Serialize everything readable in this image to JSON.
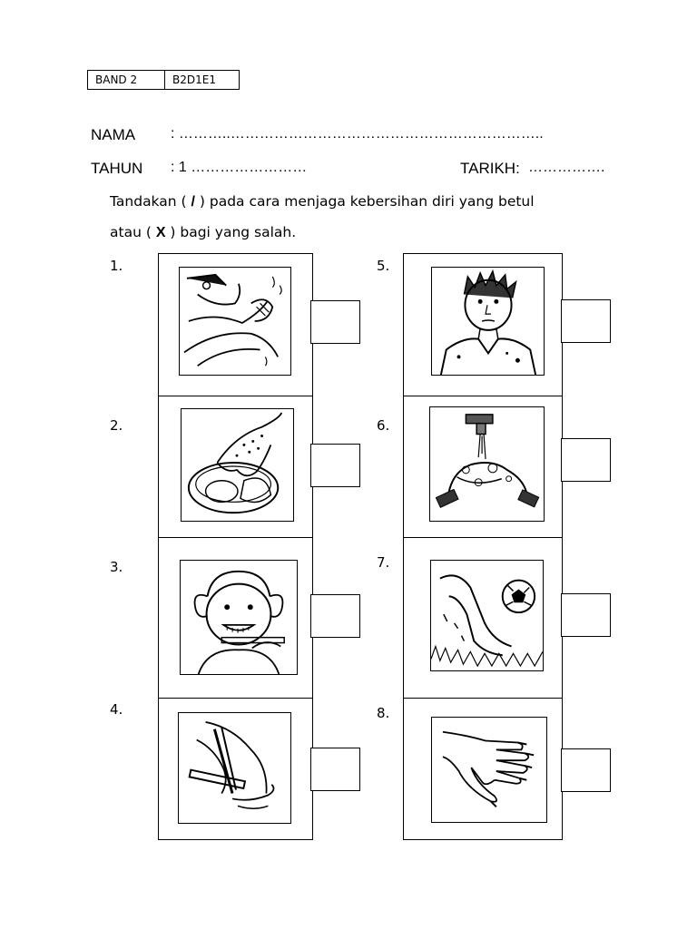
{
  "band": {
    "level": "BAND 2",
    "code": "B2D1E1"
  },
  "form": {
    "nama_label": "NAMA",
    "nama_value": ": ………..………………………………………………………..",
    "tahun_label": "TAHUN",
    "tahun_value": ": 1 ……………………",
    "tarikh_label": "TARIKH:",
    "tarikh_value": "……………."
  },
  "instruction": {
    "line1_a": "Tandakan ( ",
    "tick_mark": "/",
    "line1_b": " ) pada cara menjaga kebersihan diri yang betul",
    "line2_a": "atau ( ",
    "cross_mark": "X",
    "line2_b": " ) bagi yang salah."
  },
  "items": [
    {
      "number": "1.",
      "icon": "face-washing-icon"
    },
    {
      "number": "2.",
      "icon": "dirty-hand-food-icon"
    },
    {
      "number": "3.",
      "icon": "girl-brushing-teeth-icon"
    },
    {
      "number": "4.",
      "icon": "nail-clipping-icon"
    },
    {
      "number": "5.",
      "icon": "messy-boy-icon"
    },
    {
      "number": "6.",
      "icon": "hand-washing-icon"
    },
    {
      "number": "7.",
      "icon": "football-dirty-legs-icon"
    },
    {
      "number": "8.",
      "icon": "long-nails-hand-icon"
    }
  ]
}
